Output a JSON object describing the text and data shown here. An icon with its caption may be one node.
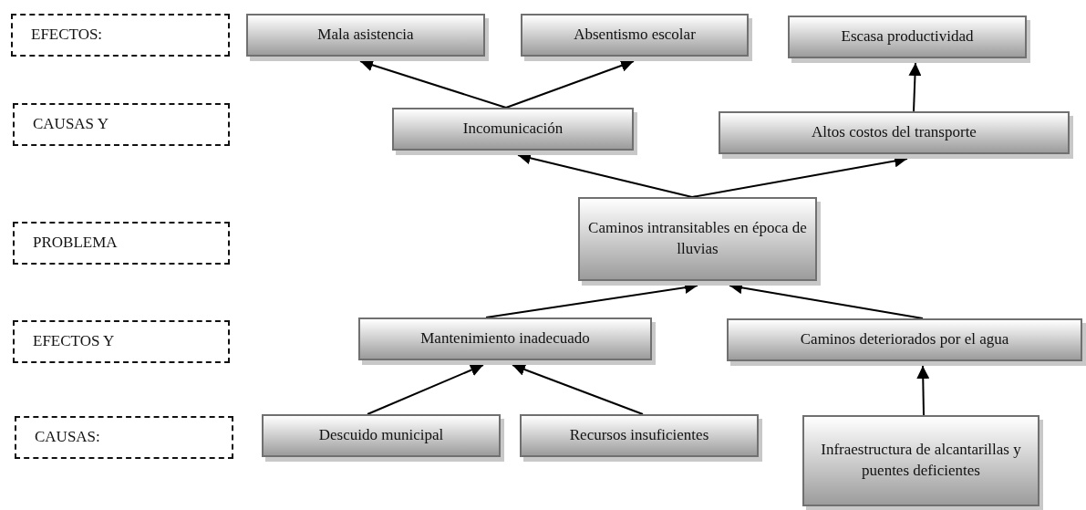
{
  "diagram": {
    "nodes": [
      {
        "text": [
          "EFECTOS:"
        ]
      },
      {
        "text": [
          "Mala asistencia"
        ]
      },
      {
        "text": [
          "Absentismo escolar"
        ]
      },
      {
        "text": [
          "Escasa productividad"
        ]
      },
      {
        "text": [
          "CAUSAS Y"
        ]
      },
      {
        "text": [
          "Incomunicación"
        ]
      },
      {
        "text": [
          "Altos costos del transporte"
        ]
      },
      {
        "text": [
          "PROBLEMA"
        ]
      },
      {
        "text": [
          "Caminos intransitables en época de lluvias"
        ]
      },
      {
        "text": [
          "EFECTOS Y"
        ]
      },
      {
        "text": [
          "Mantenimiento inadecuado"
        ]
      },
      {
        "text": [
          "Caminos deteriorados por el agua"
        ]
      },
      {
        "text": [
          "CAUSAS:"
        ]
      },
      {
        "text": [
          "Descuido municipal"
        ]
      },
      {
        "text": [
          "Recursos insuficientes"
        ]
      },
      {
        "text": [
          "Infraestructura de alcantarillas y puentes deficientes"
        ]
      }
    ],
    "edges": [
      {
        "from": 5,
        "to": 1,
        "arrow": "to"
      },
      {
        "from": 5,
        "to": 2,
        "arrow": "to"
      },
      {
        "from": 6,
        "to": 3,
        "arrow": "to"
      },
      {
        "from": 8,
        "to": 5,
        "arrow": "to"
      },
      {
        "from": 8,
        "to": 6,
        "arrow": "to"
      },
      {
        "from": 10,
        "to": 8,
        "arrow": "to"
      },
      {
        "from": 11,
        "to": 8,
        "arrow": "to"
      },
      {
        "from": 13,
        "to": 10,
        "arrow": "to"
      },
      {
        "from": 14,
        "to": 10,
        "arrow": "to"
      },
      {
        "from": 15,
        "to": 11,
        "arrow": "to"
      }
    ]
  }
}
